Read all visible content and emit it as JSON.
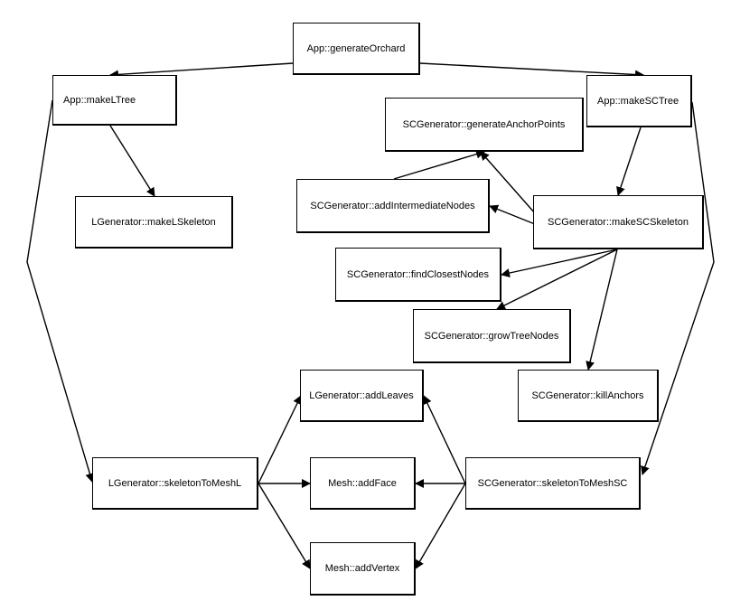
{
  "nodes": {
    "generateOrchard": "App::generateOrchard",
    "makeLTree": "App::makeLTree",
    "makeSCTree": "App::makeSCTree",
    "generateAnchorPoints": "SCGenerator::generateAnchorPoints",
    "makeLSkeleton": "LGenerator::makeLSkeleton",
    "addIntermediateNodes": "SCGenerator::addIntermediateNodes",
    "makeSCSkeleton": "SCGenerator::makeSCSkeleton",
    "findClosestNodes": "SCGenerator::findClosestNodes",
    "growTreeNodes": "SCGenerator::growTreeNodes",
    "addLeaves": "LGenerator::addLeaves",
    "killAnchors": "SCGenerator::killAnchors",
    "skeletonToMeshL": "LGenerator::skeletonToMeshL",
    "addFace": "Mesh::addFace",
    "skeletonToMeshSC": "SCGenerator::skeletonToMeshSC",
    "addVertex": "Mesh::addVertex"
  },
  "edges": [
    {
      "from": "generateOrchard",
      "to": "makeLTree"
    },
    {
      "from": "generateOrchard",
      "to": "makeSCTree"
    },
    {
      "from": "makeLTree",
      "to": "makeLSkeleton"
    },
    {
      "from": "makeLTree",
      "to": "skeletonToMeshL"
    },
    {
      "from": "makeSCTree",
      "to": "makeSCSkeleton"
    },
    {
      "from": "makeSCTree",
      "to": "skeletonToMeshSC"
    },
    {
      "from": "addIntermediateNodes",
      "to": "generateAnchorPoints"
    },
    {
      "from": "makeSCSkeleton",
      "to": "generateAnchorPoints"
    },
    {
      "from": "makeSCSkeleton",
      "to": "addIntermediateNodes"
    },
    {
      "from": "makeSCSkeleton",
      "to": "findClosestNodes"
    },
    {
      "from": "makeSCSkeleton",
      "to": "growTreeNodes"
    },
    {
      "from": "makeSCSkeleton",
      "to": "killAnchors"
    },
    {
      "from": "skeletonToMeshL",
      "to": "addLeaves"
    },
    {
      "from": "skeletonToMeshL",
      "to": "addFace"
    },
    {
      "from": "skeletonToMeshL",
      "to": "addVertex"
    },
    {
      "from": "skeletonToMeshSC",
      "to": "addLeaves"
    },
    {
      "from": "skeletonToMeshSC",
      "to": "addFace"
    },
    {
      "from": "skeletonToMeshSC",
      "to": "addVertex"
    }
  ],
  "colors": {
    "stroke": "#000000",
    "background": "#ffffff"
  }
}
